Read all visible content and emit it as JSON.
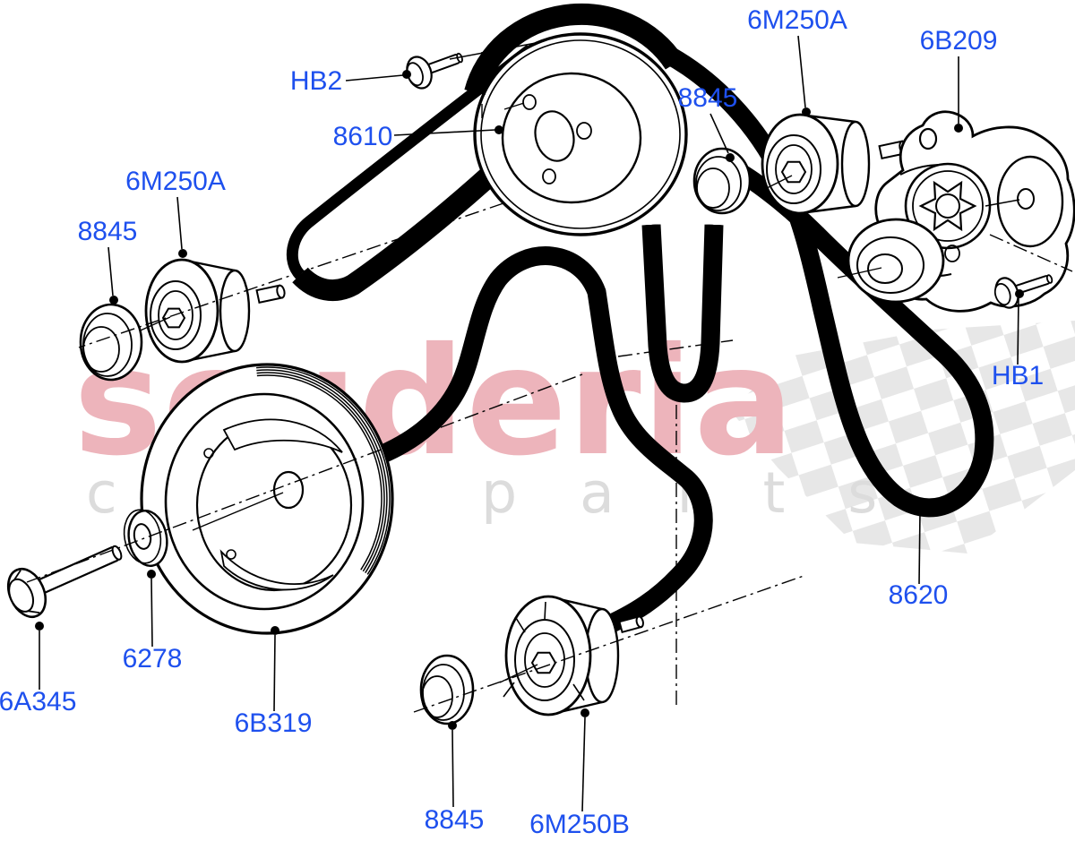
{
  "watermark": {
    "brand": "scuderia",
    "tagline": "car parts",
    "brand_color": "#edb4bb",
    "tagline_color": "#dcdcdc",
    "checker_color": "#e7e7e7"
  },
  "diagram": {
    "description": "Pulleys and drive belts exploded parts diagram",
    "label_color": "#1e50ee",
    "line_color": "#000000",
    "labels": {
      "hb2": {
        "text": "HB2"
      },
      "p8610": {
        "text": "8610"
      },
      "m250a_top": {
        "text": "6M250A"
      },
      "b209": {
        "text": "6B209"
      },
      "p8845_top": {
        "text": "8845"
      },
      "hb1": {
        "text": "HB1"
      },
      "p8620": {
        "text": "8620"
      },
      "m250a_left": {
        "text": "6M250A"
      },
      "p8845_left": {
        "text": "8845"
      },
      "a345": {
        "text": "6A345"
      },
      "w6278": {
        "text": "6278"
      },
      "b319": {
        "text": "6B319"
      },
      "p8845_bottom": {
        "text": "8845"
      },
      "m250b": {
        "text": "6M250B"
      }
    }
  }
}
